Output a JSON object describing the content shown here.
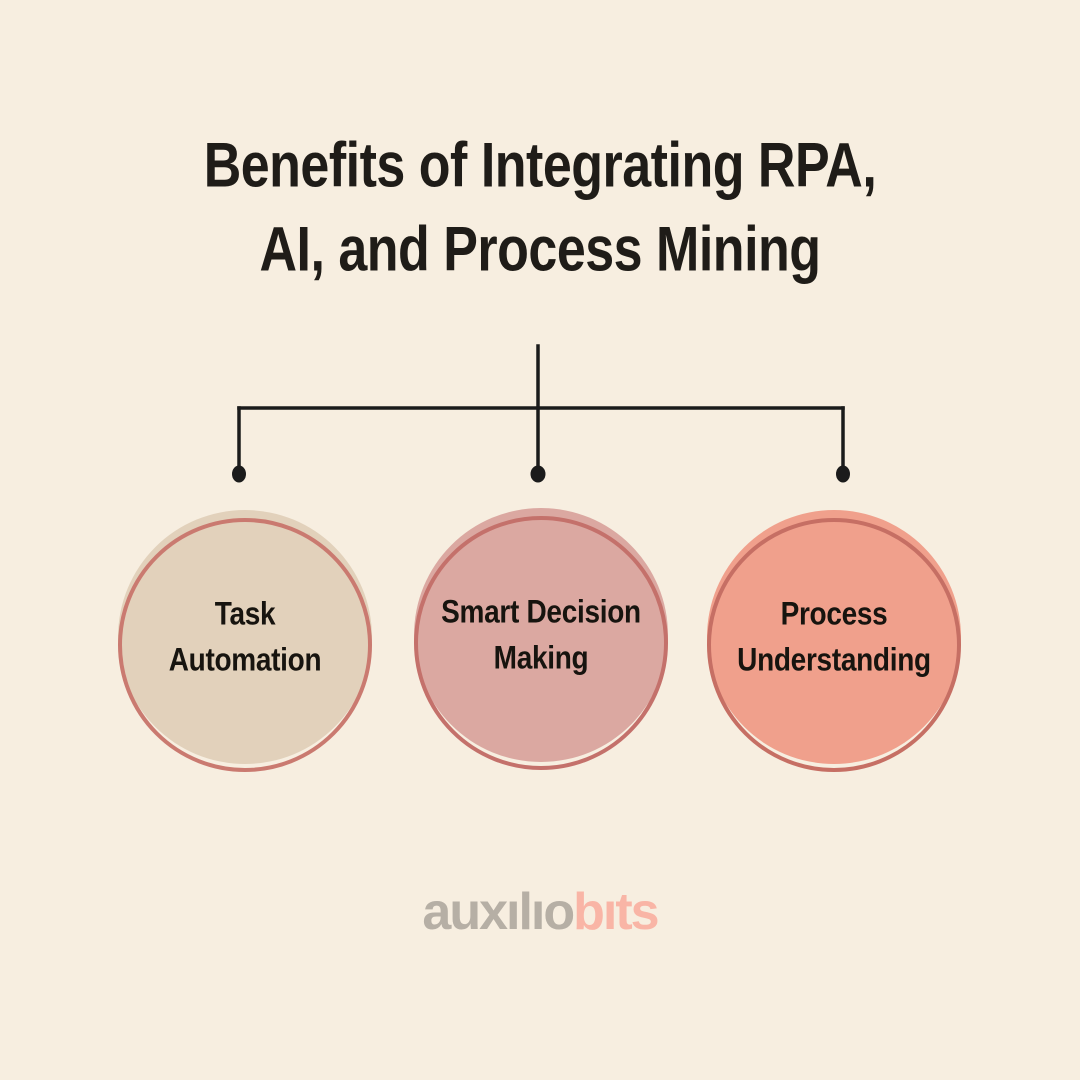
{
  "page": {
    "background_color": "#f7eee0"
  },
  "title": {
    "line1": "Benefits of Integrating RPA,",
    "line2": "AI, and Process Mining",
    "color": "#1f1c18"
  },
  "connector": {
    "color": "#1b1b1b"
  },
  "circles": [
    {
      "id": "task-automation",
      "label": "Task\nAutomation",
      "fill": "#e2d1bb",
      "ring": "#ca7a70"
    },
    {
      "id": "smart-decision-making",
      "label": "Smart Decision\nMaking",
      "fill": "#dba8a1",
      "ring": "#c4716b"
    },
    {
      "id": "process-understanding",
      "label": "Process\nUnderstanding",
      "fill": "#f0a08c",
      "ring": "#c66f64"
    }
  ],
  "logo": {
    "part1": "auxılıo",
    "part2": "bıts",
    "part1_color": "#b6afa5",
    "part2_color": "#f9b5a6"
  }
}
